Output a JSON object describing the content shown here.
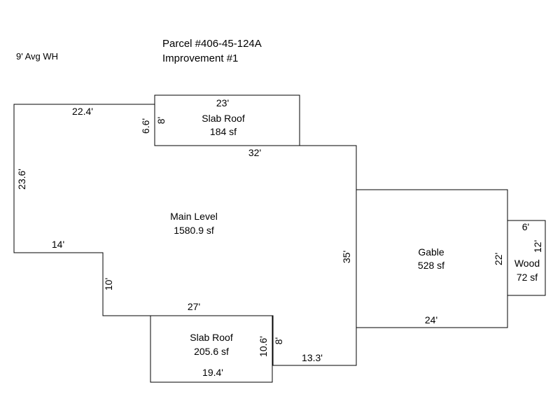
{
  "header": {
    "parcel": "Parcel #406-45-124A",
    "improvement": "Improvement #1"
  },
  "notes": {
    "wall_height": "9' Avg WH"
  },
  "sections": {
    "main": {
      "name": "Main Level",
      "area": "1580.9 sf"
    },
    "slab_top": {
      "name": "Slab Roof",
      "area": "184 sf"
    },
    "slab_bottom": {
      "name": "Slab Roof",
      "area": "205.6 sf"
    },
    "gable": {
      "name": "Gable",
      "area": "528 sf"
    },
    "wood": {
      "name": "Wood",
      "area": "72 sf"
    }
  },
  "dimensions": {
    "main_top_left": "22.4'",
    "main_left": "23.6'",
    "main_step": "14'",
    "main_notch": "10'",
    "main_bottom": "27'",
    "main_top_right": "32'",
    "main_right": "35'",
    "main_bottom_right": "13.3'",
    "main_step_small": "6.6'",
    "slab_top_width": "23'",
    "slab_top_depth": "8'",
    "slab_bottom_width": "19.4'",
    "slab_bottom_left": "10.6'",
    "slab_bottom_right": "8'",
    "gable_width": "24'",
    "gable_depth": "22'",
    "wood_width": "6'",
    "wood_depth": "12'"
  }
}
